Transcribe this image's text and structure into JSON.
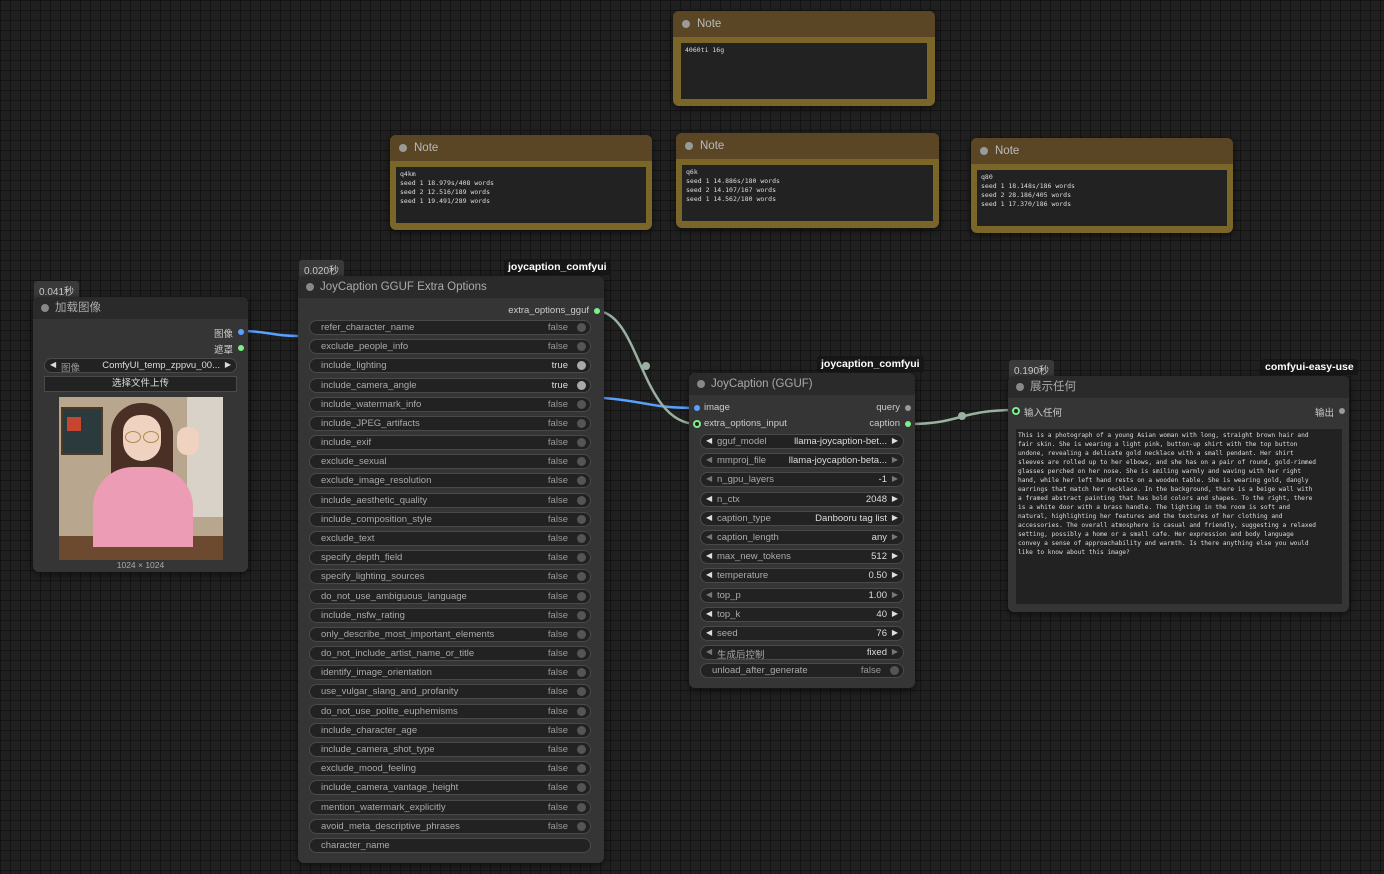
{
  "load_image": {
    "timing": "0.041秒",
    "title": "加载图像",
    "outputs": [
      "图像",
      "遮罩"
    ],
    "image_label": "图像",
    "image_value": "ComfyUI_temp_zppvu_00...",
    "upload_button": "选择文件上传",
    "image_size": "1024 × 1024"
  },
  "extra_options": {
    "timing": "0.020秒",
    "badge": "joycaption_comfyui",
    "title": "JoyCaption GGUF Extra Options",
    "output": "extra_options_gguf",
    "options": [
      {
        "name": "refer_character_name",
        "value": "false",
        "on": false
      },
      {
        "name": "exclude_people_info",
        "value": "false",
        "on": false
      },
      {
        "name": "include_lighting",
        "value": "true",
        "on": true
      },
      {
        "name": "include_camera_angle",
        "value": "true",
        "on": true
      },
      {
        "name": "include_watermark_info",
        "value": "false",
        "on": false
      },
      {
        "name": "include_JPEG_artifacts",
        "value": "false",
        "on": false
      },
      {
        "name": "include_exif",
        "value": "false",
        "on": false
      },
      {
        "name": "exclude_sexual",
        "value": "false",
        "on": false
      },
      {
        "name": "exclude_image_resolution",
        "value": "false",
        "on": false
      },
      {
        "name": "include_aesthetic_quality",
        "value": "false",
        "on": false
      },
      {
        "name": "include_composition_style",
        "value": "false",
        "on": false
      },
      {
        "name": "exclude_text",
        "value": "false",
        "on": false
      },
      {
        "name": "specify_depth_field",
        "value": "false",
        "on": false
      },
      {
        "name": "specify_lighting_sources",
        "value": "false",
        "on": false
      },
      {
        "name": "do_not_use_ambiguous_language",
        "value": "false",
        "on": false
      },
      {
        "name": "include_nsfw_rating",
        "value": "false",
        "on": false
      },
      {
        "name": "only_describe_most_important_elements",
        "value": "false",
        "on": false
      },
      {
        "name": "do_not_include_artist_name_or_title",
        "value": "false",
        "on": false
      },
      {
        "name": "identify_image_orientation",
        "value": "false",
        "on": false
      },
      {
        "name": "use_vulgar_slang_and_profanity",
        "value": "false",
        "on": false
      },
      {
        "name": "do_not_use_polite_euphemisms",
        "value": "false",
        "on": false
      },
      {
        "name": "include_character_age",
        "value": "false",
        "on": false
      },
      {
        "name": "include_camera_shot_type",
        "value": "false",
        "on": false
      },
      {
        "name": "exclude_mood_feeling",
        "value": "false",
        "on": false
      },
      {
        "name": "include_camera_vantage_height",
        "value": "false",
        "on": false
      },
      {
        "name": "mention_watermark_explicitly",
        "value": "false",
        "on": false
      },
      {
        "name": "avoid_meta_descriptive_phrases",
        "value": "false",
        "on": false
      }
    ],
    "character_name_label": "character_name"
  },
  "joycaption": {
    "badge": "joycaption_comfyui",
    "title": "JoyCaption (GGUF)",
    "inputs": [
      "image",
      "extra_options_input"
    ],
    "outputs": [
      "query",
      "caption"
    ],
    "widgets": [
      {
        "name": "gguf_model",
        "value": "llama-joycaption-bet..."
      },
      {
        "name": "mmproj_file",
        "value": "llama-joycaption-beta..."
      },
      {
        "name": "n_gpu_layers",
        "value": "-1"
      },
      {
        "name": "n_ctx",
        "value": "2048"
      },
      {
        "name": "caption_type",
        "value": "Danbooru tag list"
      },
      {
        "name": "caption_length",
        "value": "any"
      },
      {
        "name": "max_new_tokens",
        "value": "512"
      },
      {
        "name": "temperature",
        "value": "0.50"
      },
      {
        "name": "top_p",
        "value": "1.00"
      },
      {
        "name": "top_k",
        "value": "40"
      },
      {
        "name": "seed",
        "value": "76"
      },
      {
        "name": "生成后控制",
        "value": "fixed"
      }
    ],
    "unload_label": "unload_after_generate",
    "unload_value": "false"
  },
  "show_any": {
    "timing": "0.190秒",
    "badge": "comfyui-easy-use",
    "title": "展示任何",
    "input": "输入任何",
    "output": "输出",
    "text": "This is a photograph of a young Asian woman with long, straight brown hair and\nfair skin. She is wearing a light pink, button-up shirt with the top button\nundone, revealing a delicate gold necklace with a small pendant. Her shirt\nsleeves are rolled up to her elbows, and she has on a pair of round, gold-rimmed\nglasses perched on her nose. She is smiling warmly and waving with her right\nhand, while her left hand rests on a wooden table. She is wearing gold, dangly\nearrings that match her necklace. In the background, there is a beige wall with\na framed abstract painting that has bold colors and shapes. To the right, there\nis a white door with a brass handle. The lighting in the room is soft and\nnatural, highlighting her features and the textures of her clothing and\naccessories. The overall atmosphere is casual and friendly, suggesting a relaxed\nsetting, possibly a home or a small cafe. Her expression and body language\nconvey a sense of approachability and warmth. Is there anything else you would\nlike to know about this image?"
  },
  "notes": [
    {
      "title": "Note",
      "text": "4060ti 16g"
    },
    {
      "title": "Note",
      "text": "q4km\nseed 1 18.979s/408 words\nseed 2 12.516/189 words\nseed 1 19.491/289 words"
    },
    {
      "title": "Note",
      "text": "q6k\nseed 1 14.886s/180 words\nseed 2 14.107/167 words\nseed 1 14.562/180 words"
    },
    {
      "title": "Note",
      "text": "q80\nseed 1 18.148s/186 words\nseed 2 28.186/405 words\nseed 1 17.370/186 words"
    }
  ]
}
